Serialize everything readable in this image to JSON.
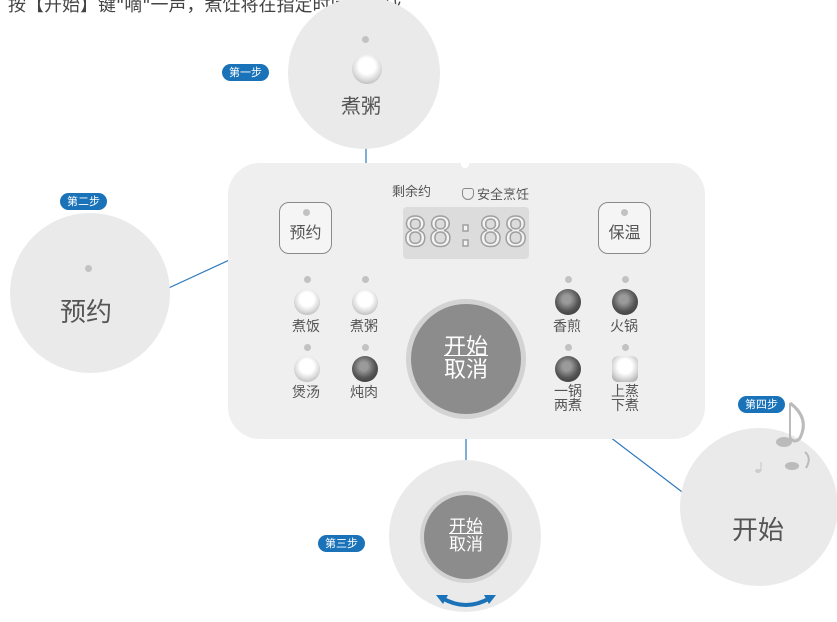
{
  "instruction": "按【开始】键\"嘀\"一声，煮饪将在指定时间后完成",
  "colors": {
    "accent": "#1a72b9",
    "panel": "#efefef",
    "circle": "#eaeaea",
    "button": "#8c8c8c"
  },
  "panel": {
    "remaining_label": "剩余约",
    "safe_label": "安全烹饪",
    "display_digits": "88:88",
    "reserve_button": "预约",
    "keep_warm_button": "保温",
    "start_button": {
      "line1": "开始",
      "line2": "取消"
    },
    "modes": {
      "cook_rice": "煮饭",
      "porridge": "煮粥",
      "soup": "煲汤",
      "stew": "炖肉",
      "fry": "香煎",
      "hotpot": "火锅",
      "one_pot_line1": "一锅",
      "one_pot_line2": "两煮",
      "steam_line1": "上蒸",
      "steam_line2": "下煮"
    }
  },
  "steps": {
    "step1": {
      "badge": "第一步",
      "label": "煮粥"
    },
    "step2": {
      "badge": "第二步",
      "label": "预约"
    },
    "step3": {
      "badge": "第三步",
      "button_line1": "开始",
      "button_line2": "取消"
    },
    "step4": {
      "badge": "第四步",
      "label": "开始"
    }
  }
}
